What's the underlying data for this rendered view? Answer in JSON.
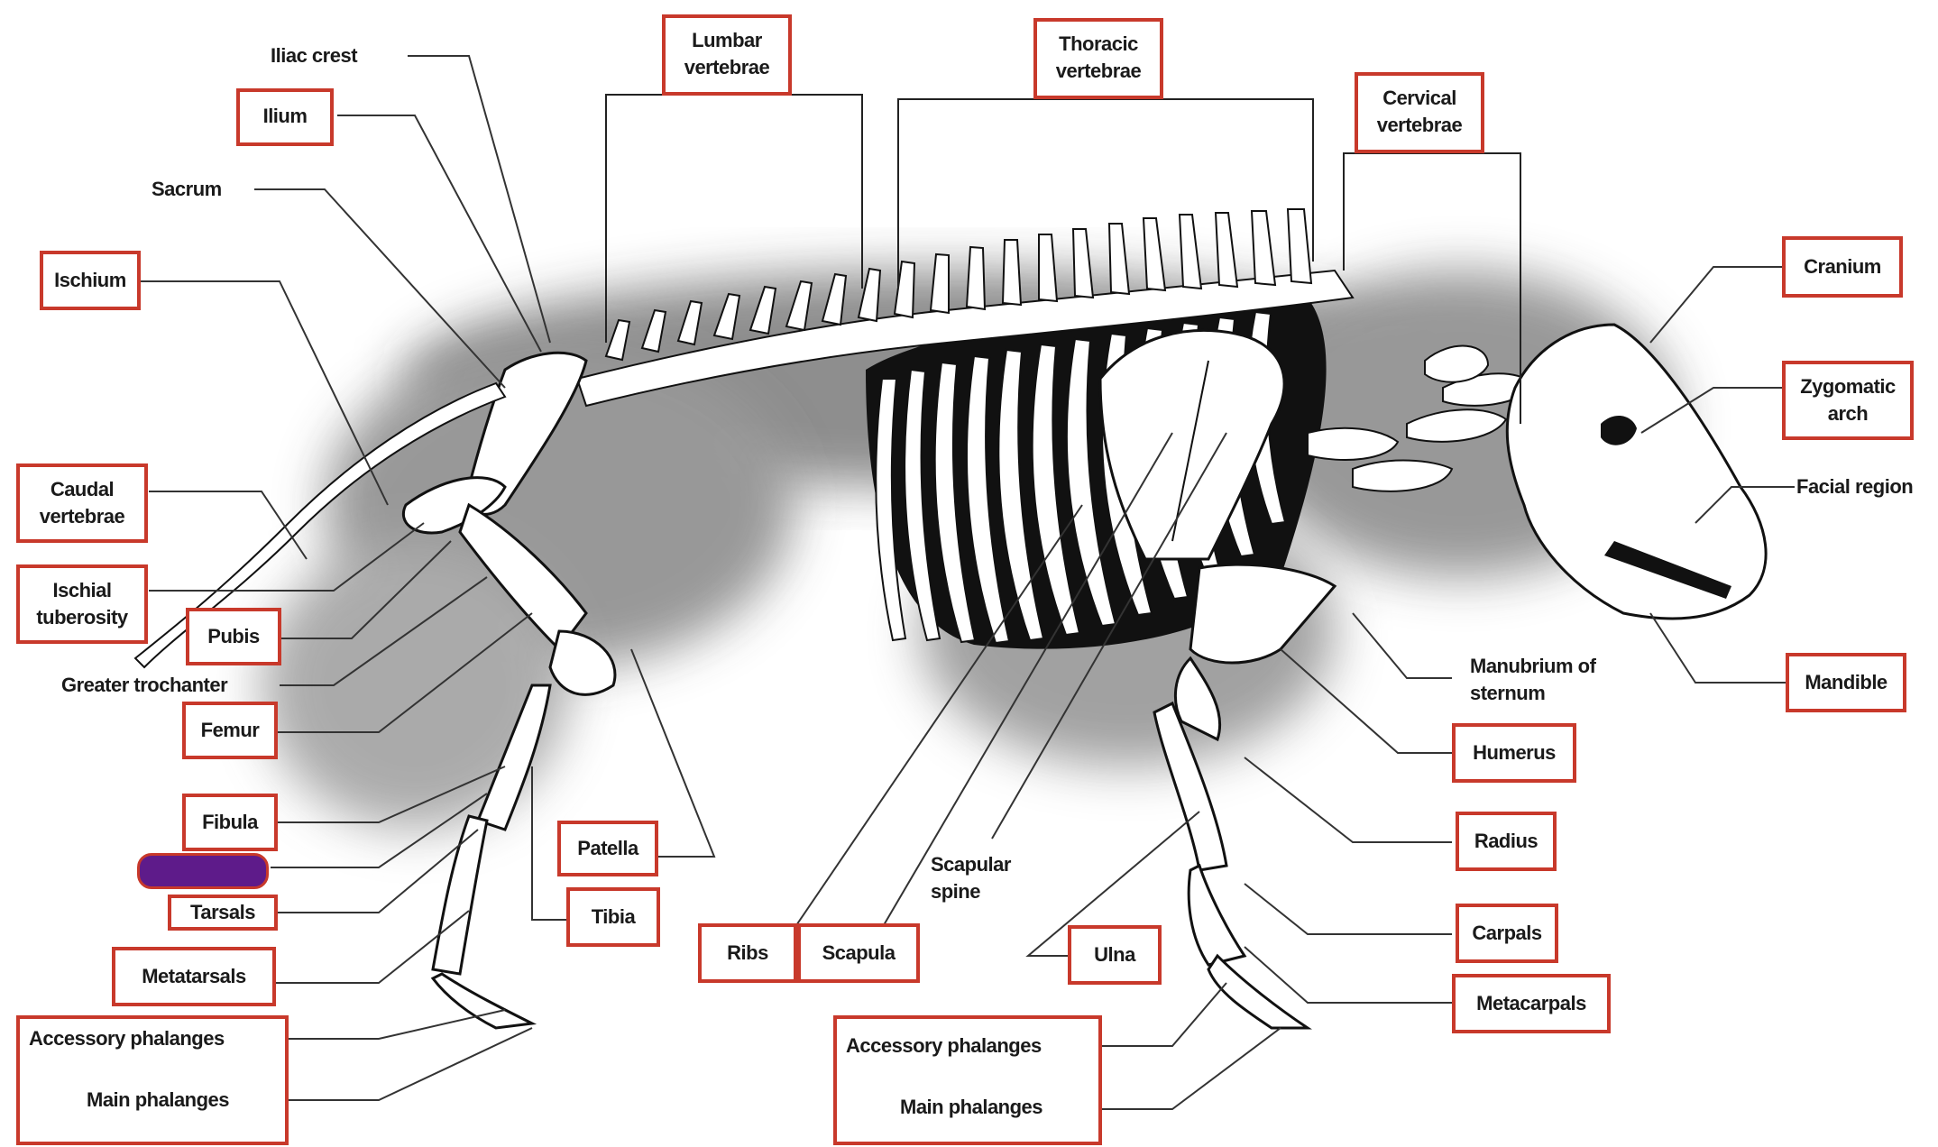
{
  "labels": {
    "iliac_crest": "Iliac crest",
    "ilium": "Ilium",
    "sacrum": "Sacrum",
    "ischium": "Ischium",
    "caudal_vertebrae": "Caudal vertebrae",
    "ischial_tuberosity": "Ischial tuberosity",
    "pubis": "Pubis",
    "greater_trochanter": "Greater trochanter",
    "femur": "Femur",
    "fibula": "Fibula",
    "tarsals": "Tarsals",
    "metatarsals": "Metatarsals",
    "accessory_phalanges_hind": "Accessory phalanges",
    "main_phalanges_hind": "Main phalanges",
    "patella": "Patella",
    "tibia": "Tibia",
    "lumbar_vertebrae": "Lumbar vertebrae",
    "thoracic_vertebrae": "Thoracic vertebrae",
    "cervical_vertebrae": "Cervical vertebrae",
    "cranium": "Cranium",
    "zygomatic_arch": "Zygomatic arch",
    "facial_region": "Facial region",
    "mandible": "Mandible",
    "manubrium_of_sternum": "Manubrium of sternum",
    "humerus": "Humerus",
    "radius": "Radius",
    "carpals": "Carpals",
    "metacarpals": "Metacarpals",
    "ribs": "Ribs",
    "scapula": "Scapula",
    "scapular_spine": "Scapular spine",
    "ulna": "Ulna",
    "accessory_phalanges_fore": "Accessory phalanges",
    "main_phalanges_fore": "Main phalanges"
  },
  "colors": {
    "label_box_border": "#c8392b",
    "redaction": "#5e1b8a",
    "bone": "#ffffff",
    "outline": "#111111"
  }
}
